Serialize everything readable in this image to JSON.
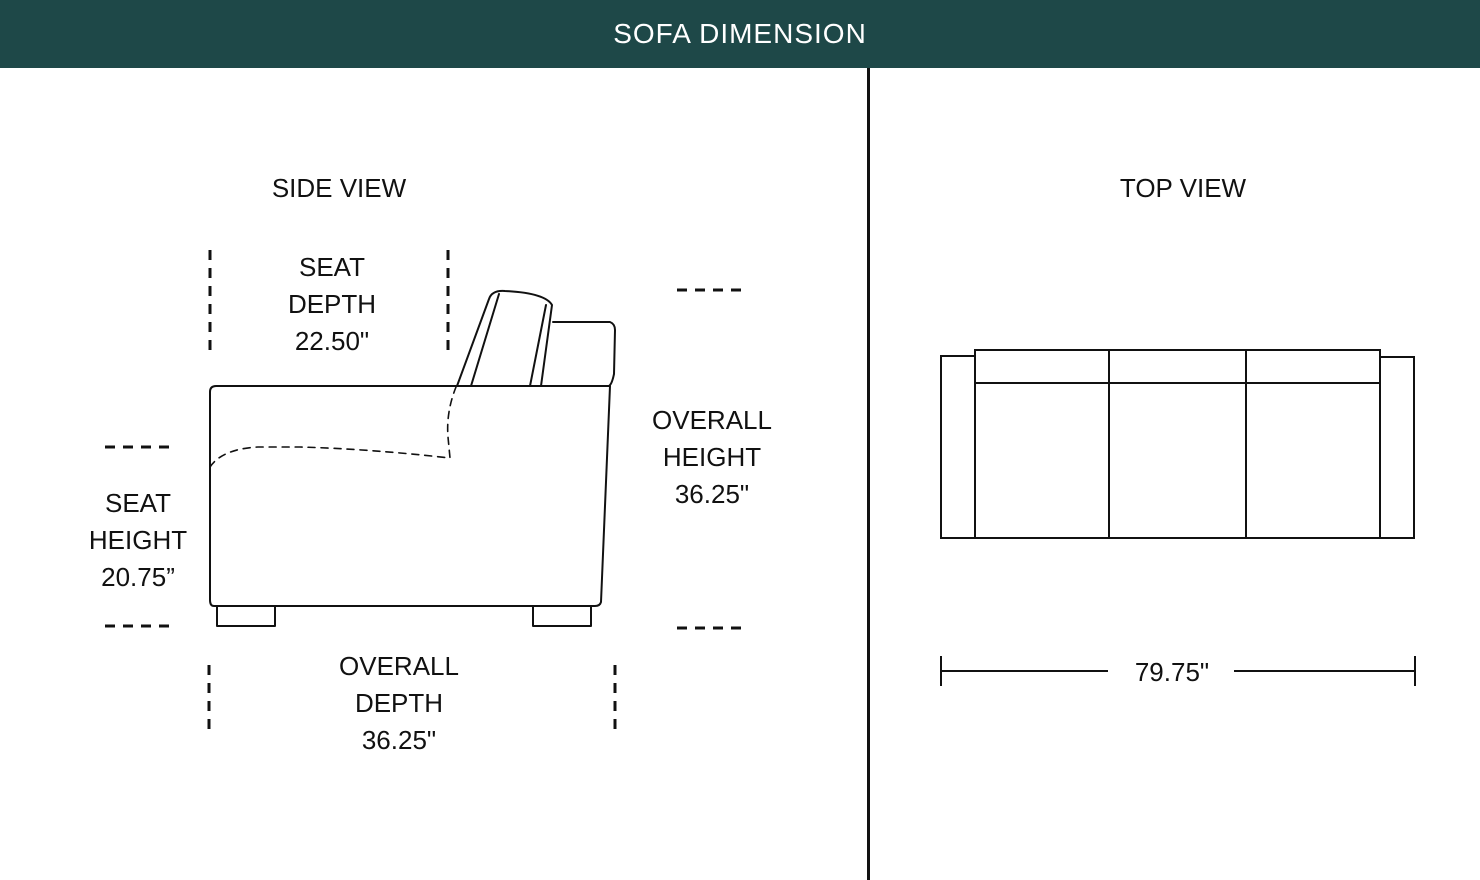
{
  "header": {
    "title": "SOFA DIMENSION",
    "background": "#1e4848"
  },
  "side_view": {
    "title": "SIDE VIEW",
    "seat_depth": {
      "line1": "SEAT",
      "line2": "DEPTH",
      "value": "22.50\""
    },
    "seat_height": {
      "line1": "SEAT",
      "line2": "HEIGHT",
      "value": "20.75”"
    },
    "overall_height": {
      "line1": "OVERALL",
      "line2": "HEIGHT",
      "value": "36.25\""
    },
    "overall_depth": {
      "line1": "OVERALL",
      "line2": "DEPTH",
      "value": "36.25\""
    }
  },
  "top_view": {
    "title": "TOP VIEW",
    "width": {
      "value": "79.75\""
    }
  }
}
